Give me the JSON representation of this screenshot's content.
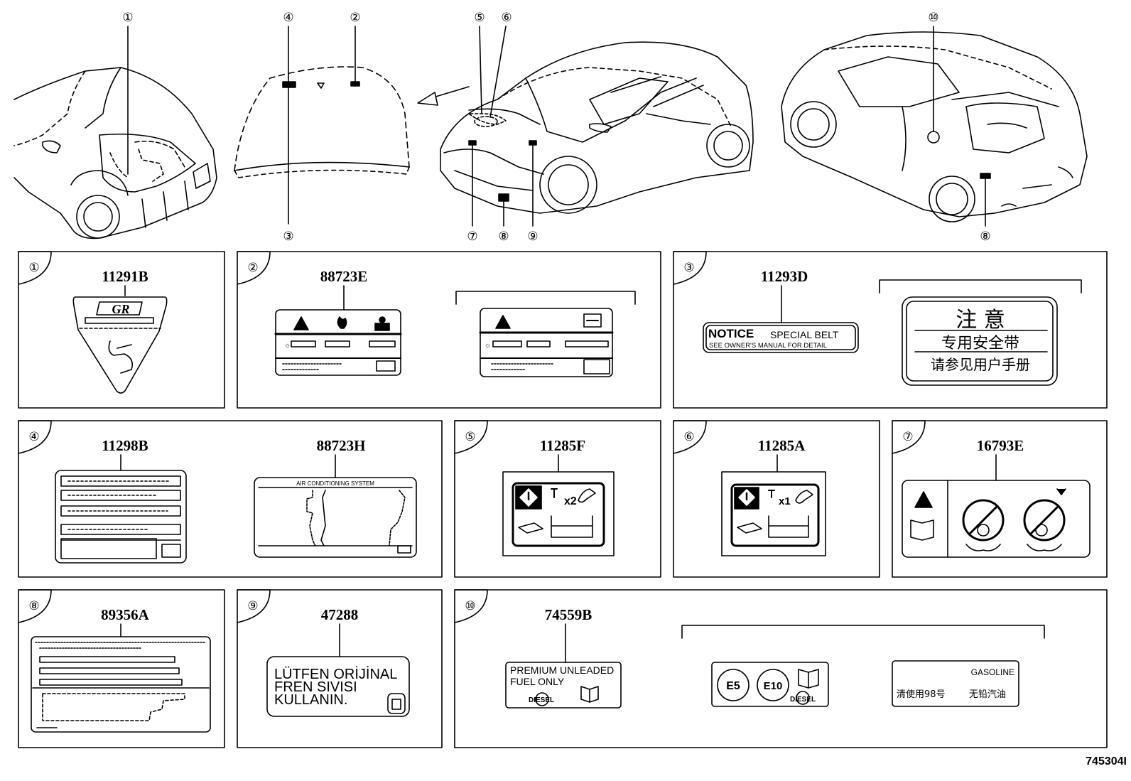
{
  "callouts": {
    "c1": "①",
    "c2": "②",
    "c3": "③",
    "c4": "④",
    "c5": "⑤",
    "c6": "⑥",
    "c7": "⑦",
    "c8": "⑧",
    "c9": "⑨",
    "c10": "⑩"
  },
  "panels": {
    "p1": {
      "part": "11291B",
      "logo_text": "GR"
    },
    "p2": {
      "part": "88723E"
    },
    "p3": {
      "part": "11293D",
      "notice": "NOTICE",
      "special_belt": "SPECIAL BELT",
      "see_manual": "SEE OWNER'S MANUAL FOR DETAIL",
      "cn_title": "注 意",
      "cn_line1": "专用安全带",
      "cn_line2": "请参见用户手册"
    },
    "p4": {
      "part_a": "11298B",
      "part_b": "88723H",
      "ac_title": "AIR CONDITIONING SYSTEM"
    },
    "p5": {
      "part": "11285F",
      "count": "x2"
    },
    "p6": {
      "part": "11285A",
      "count": "x1"
    },
    "p7": {
      "part": "16793E"
    },
    "p8": {
      "part": "89356A"
    },
    "p9": {
      "part": "47288",
      "line1": "LÜTFEN ORİJİNAL",
      "line2": "FREN SIVISI",
      "line3": "KULLANIN."
    },
    "p10": {
      "part": "74559B",
      "fuel_line1": "PREMIUM UNLEADED",
      "fuel_line2": "FUEL ONLY",
      "diesel": "DIESEL",
      "e5": "E5",
      "e10": "E10",
      "gasoline": "GASOLINE",
      "cn_fuel_a": "清使用98号",
      "cn_fuel_b": "无铅汽油"
    }
  },
  "diagram_id": "745304I"
}
